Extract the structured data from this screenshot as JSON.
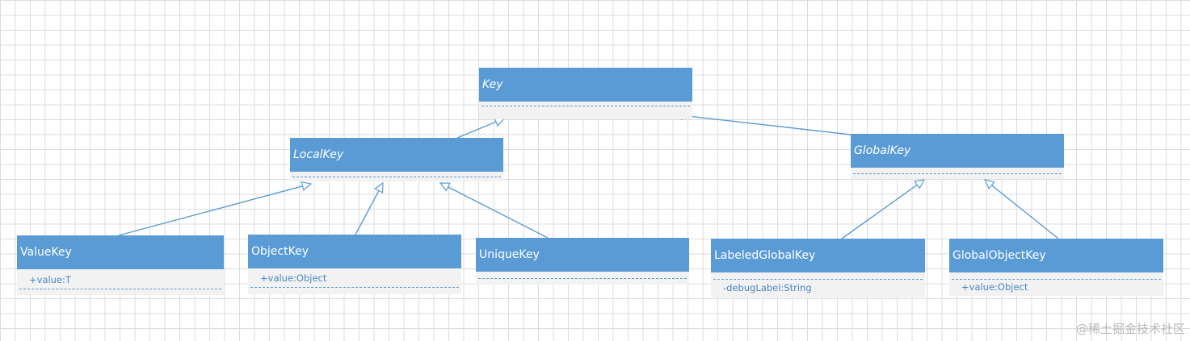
{
  "diagram": {
    "classes": [
      {
        "id": "Key",
        "name": "Key",
        "abstract": true,
        "attributes": []
      },
      {
        "id": "LocalKey",
        "name": "LocalKey",
        "abstract": true,
        "attributes": []
      },
      {
        "id": "GlobalKey",
        "name": "GlobalKey",
        "abstract": true,
        "attributes": []
      },
      {
        "id": "ValueKey",
        "name": "ValueKey",
        "abstract": false,
        "attributes": [
          "+value:T"
        ]
      },
      {
        "id": "ObjectKey",
        "name": "ObjectKey",
        "abstract": false,
        "attributes": [
          "+value:Object"
        ]
      },
      {
        "id": "UniqueKey",
        "name": "UniqueKey",
        "abstract": false,
        "attributes": []
      },
      {
        "id": "LabeledGlobalKey",
        "name": "LabeledGlobalKey",
        "abstract": false,
        "attributes": [
          "-debugLabel:String"
        ]
      },
      {
        "id": "GlobalObjectKey",
        "name": "GlobalObjectKey",
        "abstract": false,
        "attributes": [
          "+value:Object"
        ]
      }
    ],
    "inheritance": [
      {
        "from": "LocalKey",
        "to": "Key"
      },
      {
        "from": "GlobalKey",
        "to": "Key"
      },
      {
        "from": "ValueKey",
        "to": "LocalKey"
      },
      {
        "from": "ObjectKey",
        "to": "LocalKey"
      },
      {
        "from": "UniqueKey",
        "to": "LocalKey"
      },
      {
        "from": "LabeledGlobalKey",
        "to": "GlobalKey"
      },
      {
        "from": "GlobalObjectKey",
        "to": "GlobalKey"
      }
    ],
    "colors": {
      "header": "#5b9bd5",
      "body": "#f2f2f2",
      "line": "#5b9bd5",
      "attribute_text": "#4a86c5"
    }
  },
  "watermark": "@稀土掘金技术社区"
}
